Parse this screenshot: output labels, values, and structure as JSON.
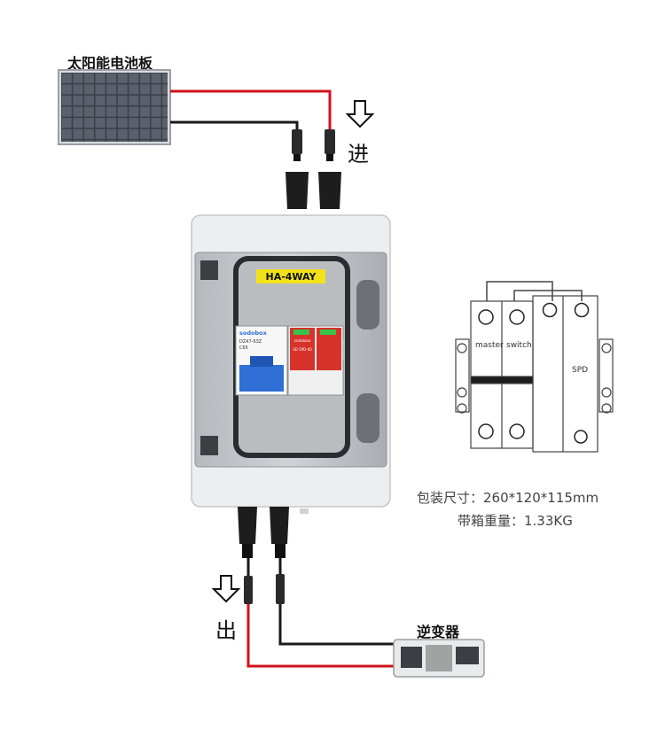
{
  "labels": {
    "solar_panel": "太阳能电池板",
    "inlet": "进",
    "outlet": "出",
    "inverter": "逆变器"
  },
  "box": {
    "model": "HA-4WAY",
    "breaker_brand": "sodobox",
    "breaker_model": "DZ47-63Z",
    "breaker_rating": "C65",
    "spd_brand": "sodobox",
    "spd_model": "SD SPD-40"
  },
  "schematic": {
    "master": "master",
    "switch": "switch",
    "spd": "SPD"
  },
  "specs": {
    "size": "包装尺寸：260*120*115mm",
    "weight": "带箱重量：1.33KG"
  },
  "colors": {
    "positive_wire": "#d0121b",
    "negative_wire": "#1a1a1a",
    "label_yellow": "#f2e21a",
    "breaker_blue": "#2f6fd6",
    "spd_red": "#d7322b"
  }
}
